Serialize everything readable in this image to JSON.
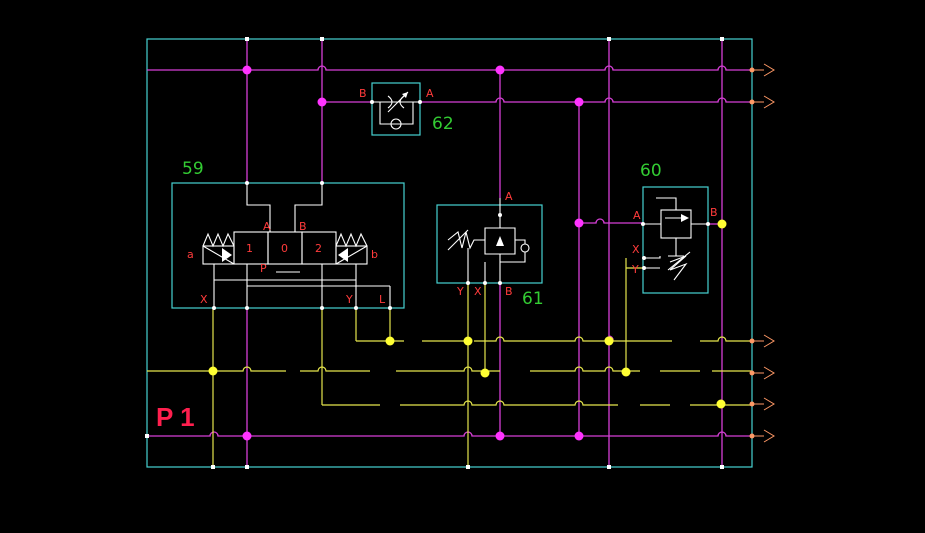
{
  "diagram": {
    "sheet_label": "P 1",
    "components": [
      {
        "id": "59",
        "ports": [
          "A",
          "B",
          "a",
          "b",
          "X",
          "Y",
          "L",
          "P"
        ],
        "positions": [
          "1",
          "0",
          "2"
        ]
      },
      {
        "id": "60",
        "ports": [
          "A",
          "B",
          "X",
          "Y"
        ]
      },
      {
        "id": "61",
        "ports": [
          "A",
          "B",
          "Y",
          "X"
        ]
      },
      {
        "id": "62",
        "ports": [
          "B",
          "A"
        ]
      }
    ]
  },
  "colors": {
    "background": "#000000",
    "frame": "#47d1d1",
    "pressure_line": "#d63fd6",
    "pilot_line": "#e6e64c",
    "symbol": "#ffffff",
    "port_label": "#ff3b3b",
    "component_number": "#33cc33",
    "sheet_label": "#ff1f4e",
    "connector": "#ff9966"
  }
}
